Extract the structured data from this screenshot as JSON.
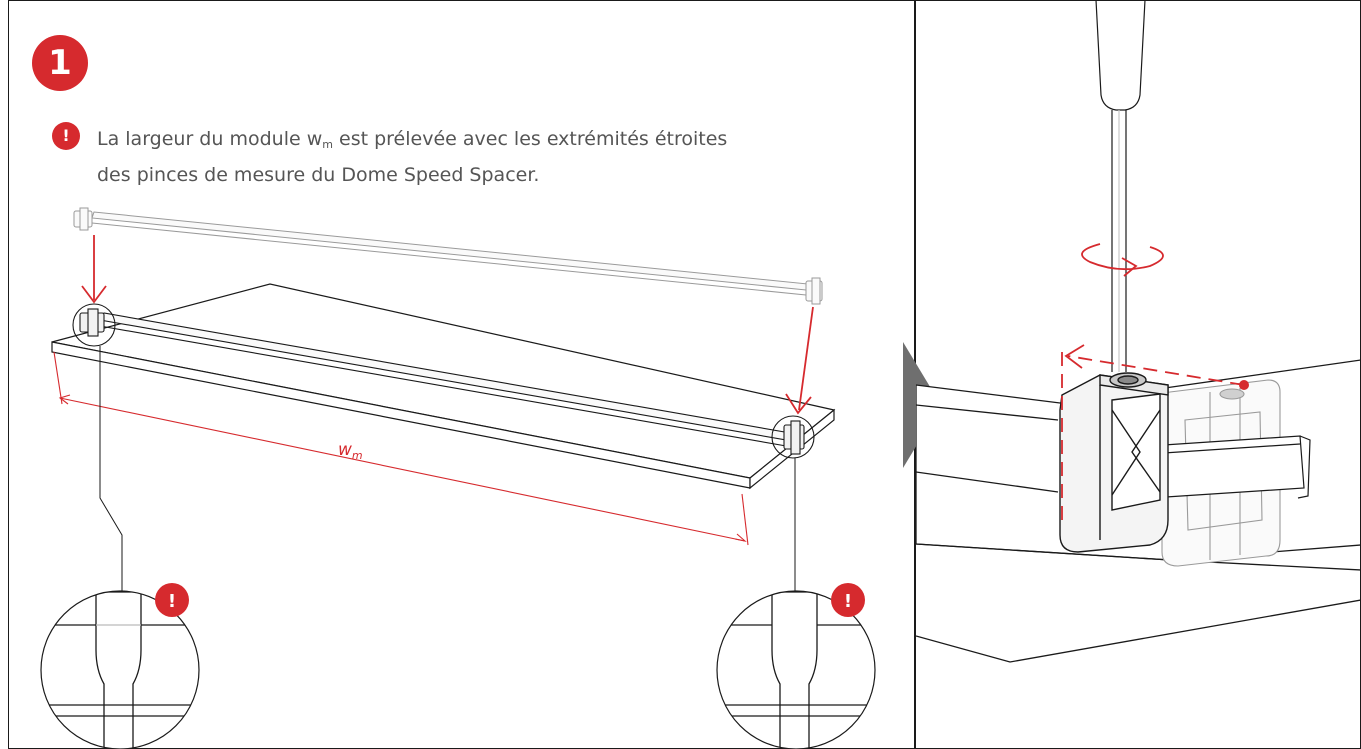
{
  "step": {
    "number": "1"
  },
  "warning": {
    "mark": "!",
    "text_before": "La largeur du module w",
    "text_sub": "m",
    "text_after": " est prélevée avec les extrémités étroites",
    "line2": "des pinces de mesure du Dome Speed Spacer."
  },
  "dimension": {
    "symbol": "w",
    "subscript": "m"
  },
  "detail_marks": {
    "left": "!",
    "right": "!"
  },
  "colors": {
    "accent": "#d62a2e",
    "line": "#1a1a1a",
    "text": "#555555",
    "part_fill": "#f2f2f2"
  },
  "icons": {
    "step_badge": "number-circle-icon",
    "warning": "exclamation-circle-icon",
    "next_step": "triangle-arrow-right-icon",
    "rotation": "rotate-arrow-icon",
    "screwdriver": "screwdriver-icon"
  }
}
